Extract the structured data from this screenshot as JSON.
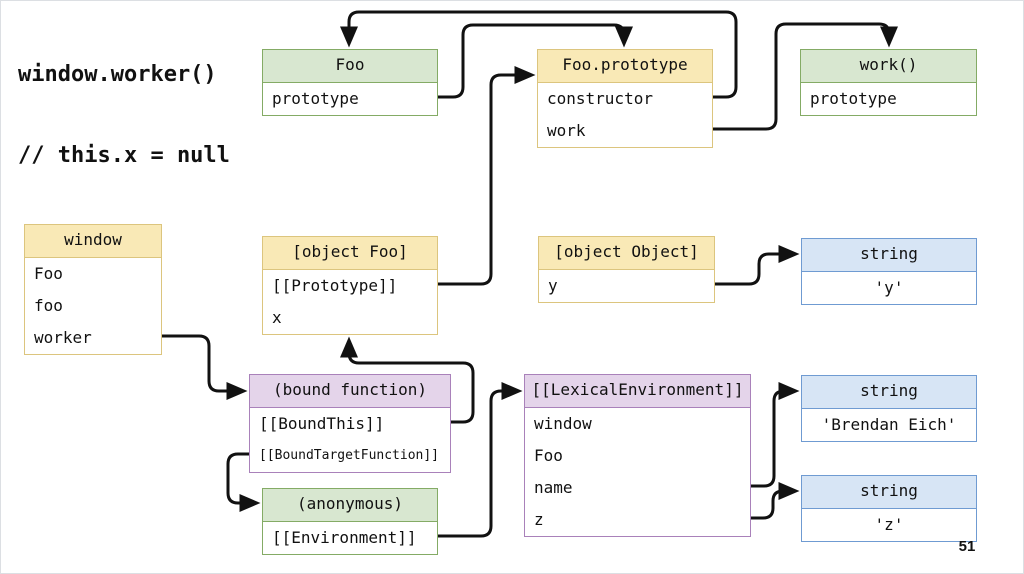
{
  "title": {
    "line1": "window.worker()",
    "line2": "// this.x = null"
  },
  "page_number": "51",
  "colors": {
    "yellow_fill": "#f9e9b6",
    "yellow_border": "#dcc57e",
    "green_fill": "#d8e7d0",
    "green_border": "#84ab65",
    "purple_fill": "#e4d4ea",
    "purple_border": "#a981ba",
    "blue_fill": "#d7e5f5",
    "blue_border": "#6f9bd2",
    "line": "#111111"
  },
  "boxes": {
    "foo": {
      "title": "Foo",
      "rows": [
        "prototype"
      ]
    },
    "foo_prototype": {
      "title": "Foo.prototype",
      "rows": [
        "constructor",
        "work"
      ]
    },
    "work": {
      "title": "work()",
      "rows": [
        "prototype"
      ]
    },
    "window": {
      "title": "window",
      "rows": [
        "Foo",
        "foo",
        "worker"
      ]
    },
    "object_foo": {
      "title": "[object Foo]",
      "rows": [
        "[[Prototype]]",
        "x"
      ]
    },
    "object_object": {
      "title": "[object Object]",
      "rows": [
        "y"
      ]
    },
    "string_y": {
      "title": "string",
      "rows": [
        "'y'"
      ]
    },
    "bound_function": {
      "title": "(bound function)",
      "rows": [
        "[[BoundThis]]",
        "[[BoundTargetFunction]]"
      ]
    },
    "anonymous": {
      "title": "(anonymous)",
      "rows": [
        "[[Environment]]"
      ]
    },
    "lexical_env": {
      "title": "[[LexicalEnvironment]]",
      "rows": [
        "window",
        "Foo",
        "name",
        "z"
      ]
    },
    "string_brendan": {
      "title": "string",
      "rows": [
        "'Brendan Eich'"
      ]
    },
    "string_z": {
      "title": "string",
      "rows": [
        "'z'"
      ]
    }
  },
  "edges": [
    {
      "from": "Foo.prototype (property)",
      "to": "Foo.prototype"
    },
    {
      "from": "Foo.prototype.constructor",
      "to": "Foo"
    },
    {
      "from": "Foo.prototype.work",
      "to": "work()"
    },
    {
      "from": "[object Foo].[[Prototype]]",
      "to": "Foo.prototype"
    },
    {
      "from": "window.worker",
      "to": "(bound function)"
    },
    {
      "from": "(bound function).[[BoundThis]]",
      "to": "[object Foo]"
    },
    {
      "from": "(bound function).[[BoundTargetFunction]]",
      "to": "(anonymous)"
    },
    {
      "from": "(anonymous).[[Environment]]",
      "to": "[[LexicalEnvironment]]"
    },
    {
      "from": "[object Object].y",
      "to": "string 'y'"
    },
    {
      "from": "[[LexicalEnvironment]].name",
      "to": "string 'Brendan Eich'"
    },
    {
      "from": "[[LexicalEnvironment]].z",
      "to": "string 'z'"
    }
  ]
}
